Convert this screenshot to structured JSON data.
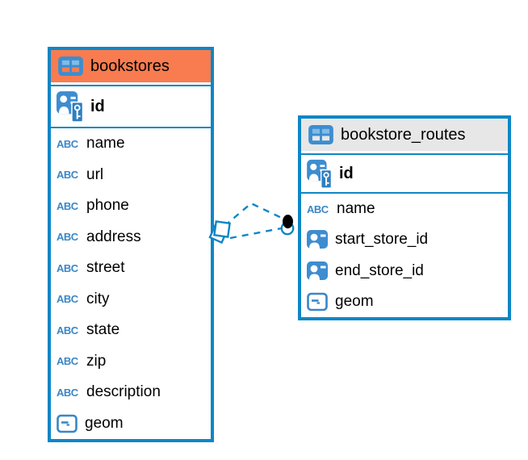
{
  "icons": {
    "text_type_label": "ABC",
    "table_icon": "table-grid-icon",
    "primary_key_icon": "person-key-icon",
    "foreign_key_icon": "person-card-icon",
    "geometry_icon": "geometry-box-icon"
  },
  "colors": {
    "accent_blue": "#0E86C6",
    "icon_blue": "#3D8DD0",
    "icon_blue_light": "#7FBCE6",
    "abc_blue": "#3A86C7",
    "key_badge_blue": "#2E7FC0",
    "bookstores_header_bg": "#F87C4F",
    "routes_header_bg": "#E7E7E7",
    "marker_dot": "#000000",
    "text": "#000000"
  },
  "tables": [
    {
      "name": "bookstores",
      "primary_key": {
        "label": "id",
        "type": "primary-key"
      },
      "columns": [
        {
          "label": "name",
          "type": "text"
        },
        {
          "label": "url",
          "type": "text"
        },
        {
          "label": "phone",
          "type": "text"
        },
        {
          "label": "address",
          "type": "text"
        },
        {
          "label": "street",
          "type": "text"
        },
        {
          "label": "city",
          "type": "text"
        },
        {
          "label": "state",
          "type": "text"
        },
        {
          "label": "zip",
          "type": "text"
        },
        {
          "label": "description",
          "type": "text"
        },
        {
          "label": "geom",
          "type": "geometry"
        }
      ]
    },
    {
      "name": "bookstore_routes",
      "primary_key": {
        "label": "id",
        "type": "primary-key"
      },
      "columns": [
        {
          "label": "name",
          "type": "text"
        },
        {
          "label": "start_store_id",
          "type": "reference"
        },
        {
          "label": "end_store_id",
          "type": "reference"
        },
        {
          "label": "geom",
          "type": "geometry"
        }
      ]
    }
  ],
  "relationships": [
    {
      "from_table": "bookstores",
      "to_table": "bookstore_routes",
      "line_style": "dashed",
      "from_marker": "diamond",
      "to_marker": "dot"
    },
    {
      "from_table": "bookstores",
      "to_table": "bookstore_routes",
      "line_style": "dashed",
      "from_marker": "diamond",
      "to_marker": "dot"
    }
  ]
}
